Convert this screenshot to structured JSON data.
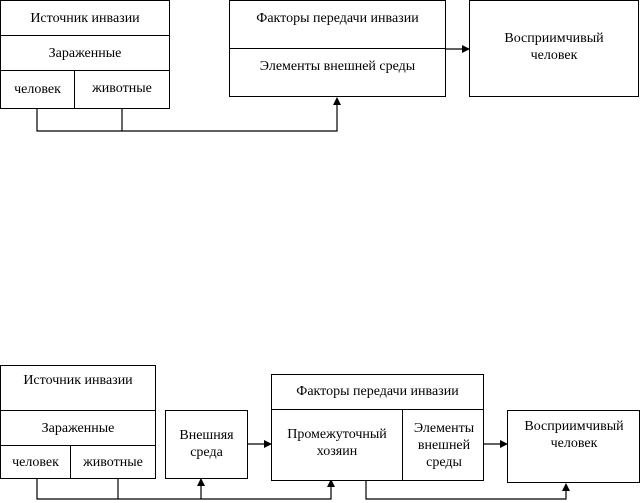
{
  "diagram1": {
    "source": {
      "title": "Источник инвазии",
      "infected": "Зараженные",
      "human": "человек",
      "animals": "животные"
    },
    "transmission": {
      "title": "Факторы передачи инвазии",
      "environment": "Элементы внешней среды"
    },
    "susceptible": "Восприимчивый человек"
  },
  "diagram2": {
    "source": {
      "title": "Источник инвазии",
      "infected": "Зараженные",
      "human": "человек",
      "animals": "животные"
    },
    "external": "Внешняя среда",
    "transmission": {
      "title": "Факторы передачи инвазии",
      "intermediate_host": "Промежуточный хозяин",
      "environment": "Элементы внешней среды"
    },
    "susceptible": "Восприимчивый человек"
  }
}
